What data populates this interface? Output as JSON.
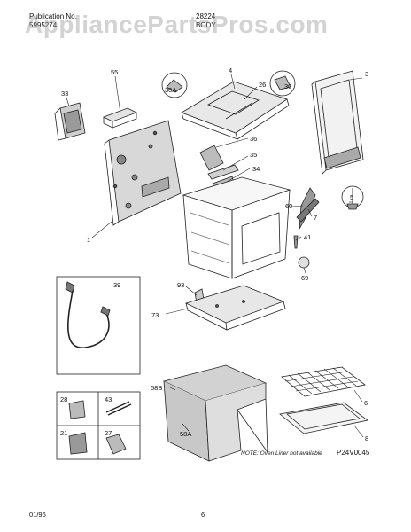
{
  "header": {
    "publication_label": "Publication No.",
    "publication_number": "5995274",
    "model": "28224",
    "section": "BODY"
  },
  "watermark": "AppliancePartsPros.com",
  "callouts": {
    "c55": "55",
    "c4": "4",
    "c3": "3",
    "c33": "33",
    "c30a": "30A",
    "c26": "26",
    "c30": "30",
    "c36": "36",
    "c35": "35",
    "c34": "34",
    "c60": "60",
    "c7": "7",
    "c5": "5",
    "c1": "1",
    "c41": "41",
    "c69": "69",
    "c39": "39",
    "c93": "93",
    "c73": "73",
    "c28": "28",
    "c43": "43",
    "c21": "21",
    "c27": "27",
    "c58b": "58B",
    "c58a": "58A",
    "c6": "6",
    "c8": "8"
  },
  "note": "NOTE: Oven Liner not available",
  "diagram_code": "P24V0045",
  "footer": {
    "date": "01/96",
    "page": "6"
  }
}
